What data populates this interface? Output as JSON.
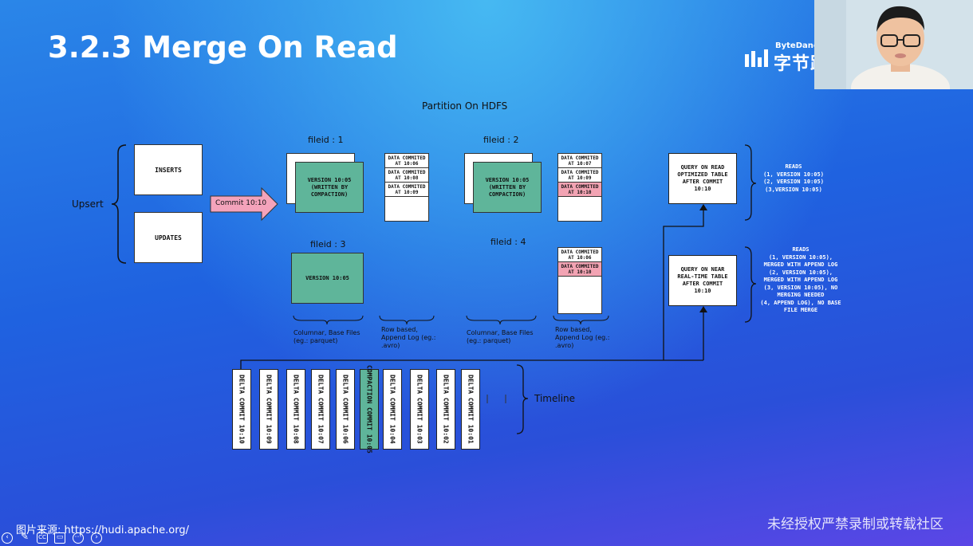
{
  "slide": {
    "title": "3.2.3 Merge On Read",
    "logo_small": "ByteDance",
    "logo_big": "字节跳",
    "partition_label": "Partition On HDFS",
    "upsert_label": "Upsert",
    "inserts_label": "INSERTS",
    "updates_label": "UPDATES",
    "commit_label": "Commit 10:10",
    "file_groups": [
      {
        "label": "fileid : 1",
        "base": "VERSION 10:05 (WRITTEN BY COMPACTION)",
        "logs": [
          {
            "text": "DATA COMMITED AT 10:06",
            "highlight": false
          },
          {
            "text": "DATA COMMITED AT 10:08",
            "highlight": false
          },
          {
            "text": "DATA COMMITED AT 10:09",
            "highlight": false
          }
        ]
      },
      {
        "label": "fileid : 2",
        "base": "VERSION 10:05 (WRITTEN BY COMPACTION)",
        "logs": [
          {
            "text": "DATA COMMITED AT 10:07",
            "highlight": false
          },
          {
            "text": "DATA COMMITED AT 10:09",
            "highlight": false
          },
          {
            "text": "DATA COMMITED AT 10:10",
            "highlight": true
          }
        ]
      },
      {
        "label": "fileid : 3",
        "base": "VERSION 10:05",
        "logs": []
      },
      {
        "label": "fileid : 4",
        "base": "",
        "logs": [
          {
            "text": "DATA COMMITED AT 10:06",
            "highlight": false
          },
          {
            "text": "DATA COMMITED AT 10:10",
            "highlight": true
          }
        ]
      }
    ],
    "brace_labels": [
      "Columnar, Base Files (eg.: parquet)",
      "Row based, Append Log (eg.: .avro)",
      "Columnar, Base Files (eg.: parquet)",
      "Row based, Append Log (eg.: .avro)"
    ],
    "timeline_label": "Timeline",
    "timeline": [
      {
        "text": "DELTA COMMIT 10:10",
        "compaction": false
      },
      {
        "text": "DELTA COMMIT 10:09",
        "compaction": false
      },
      {
        "text": "DELTA COMMIT 10:08",
        "compaction": false
      },
      {
        "text": "DELTA COMMIT 10:07",
        "compaction": false
      },
      {
        "text": "DELTA COMMIT 10:06",
        "compaction": false
      },
      {
        "text": "COMPACTION COMMIT 10:05",
        "compaction": true
      },
      {
        "text": "DELTA COMMIT 10:04",
        "compaction": false
      },
      {
        "text": "DELTA COMMIT 10:03",
        "compaction": false
      },
      {
        "text": "DELTA COMMIT 10:02",
        "compaction": false
      },
      {
        "text": "DELTA COMMIT 10:01",
        "compaction": false
      }
    ],
    "query_ro": {
      "line1": "QUERY ON READ",
      "line2": "OPTIMIZED TABLE",
      "line3": "AFTER COMMIT",
      "line4": "10:10"
    },
    "query_rt": {
      "line1": "QUERY ON NEAR",
      "line2": "REAL-TIME TABLE",
      "line3": "AFTER COMMIT",
      "line4": "10:10"
    },
    "reads_ro": [
      "READS",
      "(1, VERSION 10:05)",
      "(2, VERSION 10:05)",
      "(3,VERSION 10:05)"
    ],
    "reads_rt": [
      "READS",
      "(1, VERSION 10:05),",
      "MERGED WITH APPEND LOG",
      "(2, VERSION 10:05),",
      "MERGED WITH APPEND LOG",
      "(3, VERSION 10:05), NO",
      "MERGING NEEDED",
      "(4, APPEND LOG), NO BASE",
      "FILE MERGE"
    ],
    "footer_source": "图片来源: https://hudi.apache.org/",
    "watermark": "未经授权严禁录制或转载社区"
  },
  "colors": {
    "base_green": "#5fb59a",
    "log_highlight": "#f2a3b3",
    "arrow_pink": "#f4a3bb"
  }
}
